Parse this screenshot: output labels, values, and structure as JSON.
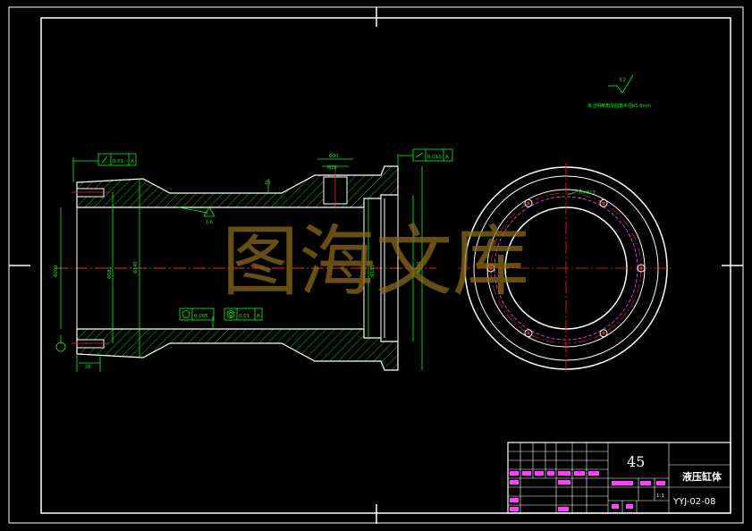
{
  "drawing": {
    "material": "45",
    "part_name": "液压缸体",
    "drawing_number": "YYJ-02-08",
    "scale": "1:1",
    "watermark": "图海文库"
  },
  "tolerance_frames": {
    "top_left": "0.01",
    "top_left_datum": "A",
    "top_right": "0.010",
    "top_right_datum": "A",
    "bottom_left": "0.005",
    "bottom_right": "0.01",
    "bottom_right_datum": "A"
  },
  "dimensions": {
    "left_dia": "Φ200",
    "bore_dia_1": "Φ180",
    "bore_dia_2": "Φ140",
    "right_bore_dia": "Φ185",
    "flange_dia": "Φ240",
    "top_width": "Φ30",
    "slot_thread": "M20",
    "left_step": "20",
    "roughness": "1.6",
    "small_dim": "20",
    "pcd": "6×Φ13"
  },
  "notes": {
    "roughness_value": "3.2",
    "tech_note": "未注明倒角及圆角半径R1.6mm"
  },
  "colors": {
    "line": "#ffffff",
    "dim": "#00ff00",
    "center": "#ff2020",
    "hatch": "#00ff00",
    "pink": "#ff40ff",
    "watermark": "#8a6a1a"
  }
}
